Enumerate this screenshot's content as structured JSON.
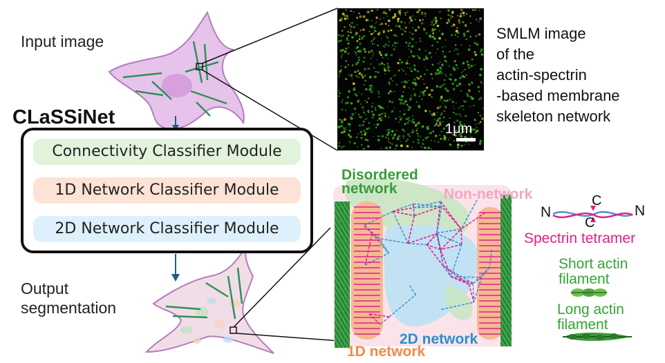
{
  "title": "CLaSSiNet",
  "input_label": "Input image",
  "output_label": [
    "Output",
    "segmentation"
  ],
  "modules": [
    {
      "label": "Connectivity Classifier Module",
      "color": "#e2f3dc"
    },
    {
      "label": "1D Network Classifier Module",
      "color": "#fde3d6"
    },
    {
      "label": "2D Network Classifier Module",
      "color": "#def0fb"
    }
  ],
  "smlm_caption": [
    "SMLM image",
    "of the",
    "actin-spectrin",
    "-based membrane",
    "skeleton network"
  ],
  "scale_bar": "1μm",
  "network_labels": {
    "disordered": [
      "Disordered",
      "network"
    ],
    "non_network": "Non-network",
    "two_d": "2D network",
    "one_d": "1D network"
  },
  "legend": {
    "n_left": "N",
    "n_right": "N",
    "c_top": "C",
    "c_bottom": "C",
    "spectrin": "Spectrin tetramer",
    "short_actin": [
      "Short actin",
      "filament"
    ],
    "long_actin": [
      "Long actin",
      "filament"
    ]
  },
  "colors": {
    "cell_fill": "#e3bfe6",
    "cell_edge": "#b77ac0",
    "arrow": "#1f5f7a",
    "spectrin": "#e0208a",
    "actin": "#2f9a4a"
  }
}
